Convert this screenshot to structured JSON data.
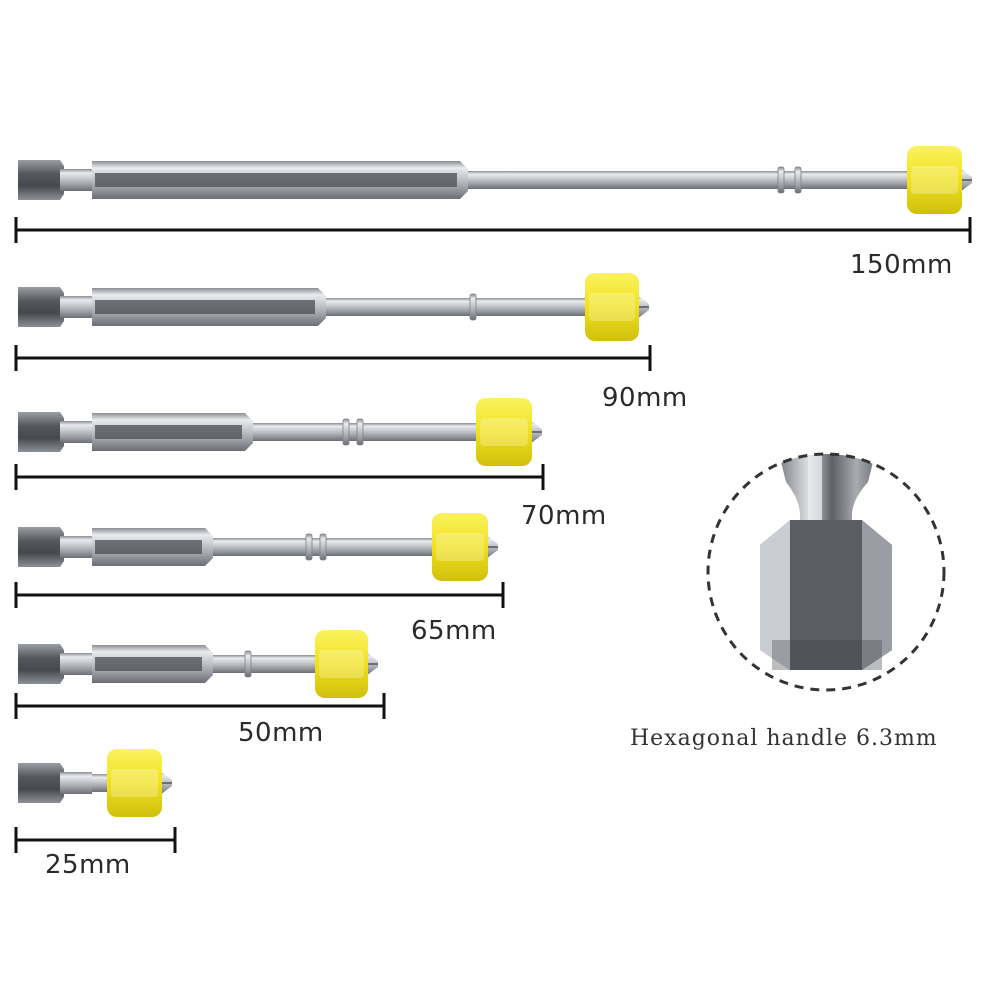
{
  "bits": [
    {
      "length_label": "150mm"
    },
    {
      "length_label": "90mm"
    },
    {
      "length_label": "70mm"
    },
    {
      "length_label": "65mm"
    },
    {
      "length_label": "50mm"
    },
    {
      "length_label": "25mm"
    }
  ],
  "detail": {
    "caption": "Hexagonal handle 6.3mm"
  },
  "colors": {
    "magnet_ring": "#f3e526",
    "metal": "#b9bcc1",
    "dimension_line": "#111111"
  }
}
